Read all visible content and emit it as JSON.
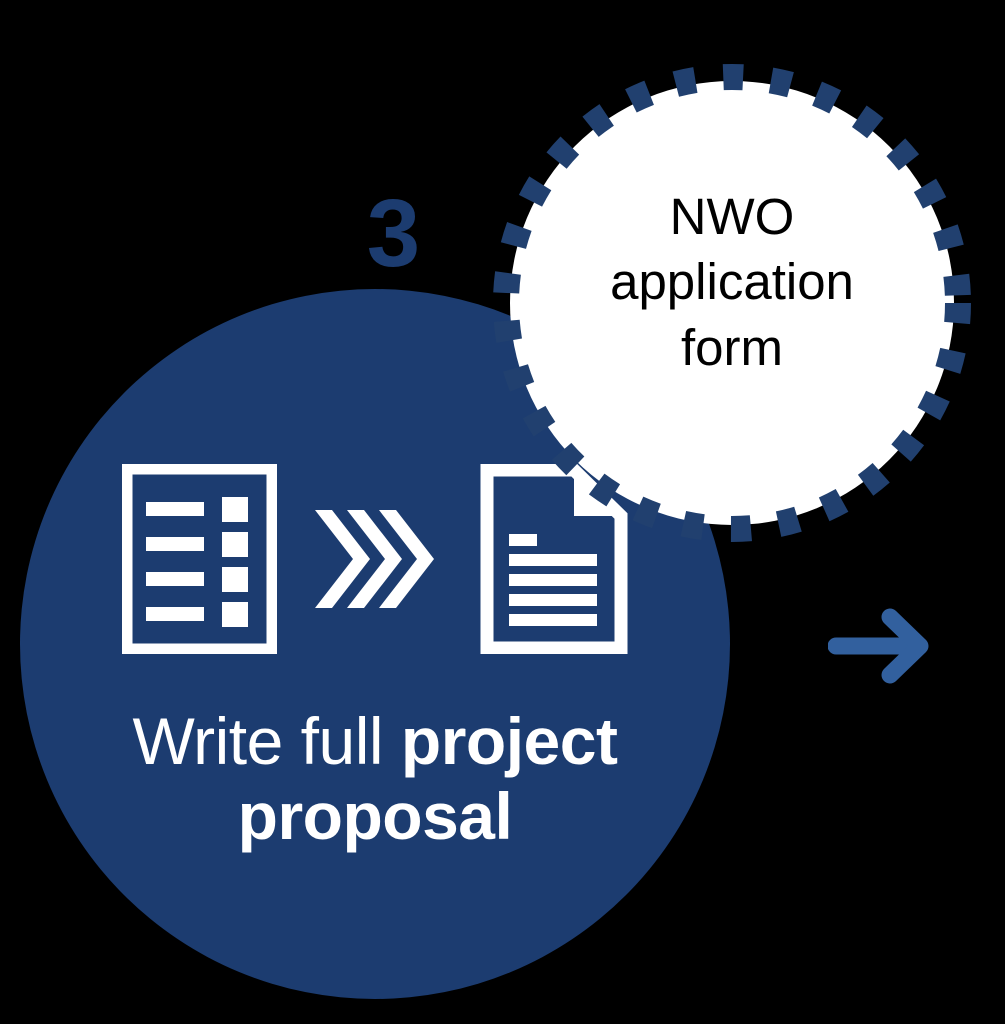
{
  "diagram": {
    "title": "Process step 3 — Write full project proposal",
    "step_number": "3",
    "colors": {
      "navy": "#1C3C70",
      "arrow_blue": "#32609E",
      "bubble_fill": "#FFFFFF",
      "bubble_dash": "#21406F",
      "text_on_navy": "#FFFFFF",
      "text_on_bubble": "#000000",
      "background": "#000000"
    }
  },
  "main_node": {
    "caption_line1_regular": "Write full ",
    "caption_line1_bold": "project",
    "caption_line2_bold": "proposal",
    "icons": [
      {
        "name": "checklist-form-icon",
        "label": "checklist form"
      },
      {
        "name": "triple-chevron-right-icon",
        "label": "leads to"
      },
      {
        "name": "document-lines-icon",
        "label": "written document"
      }
    ]
  },
  "callout_bubble": {
    "line1": "NWO",
    "line2": "application",
    "line3": "form",
    "border_style": "dashed-square-dots"
  },
  "flow": {
    "next_arrow_label": "next step",
    "next_arrow_direction": "right"
  }
}
